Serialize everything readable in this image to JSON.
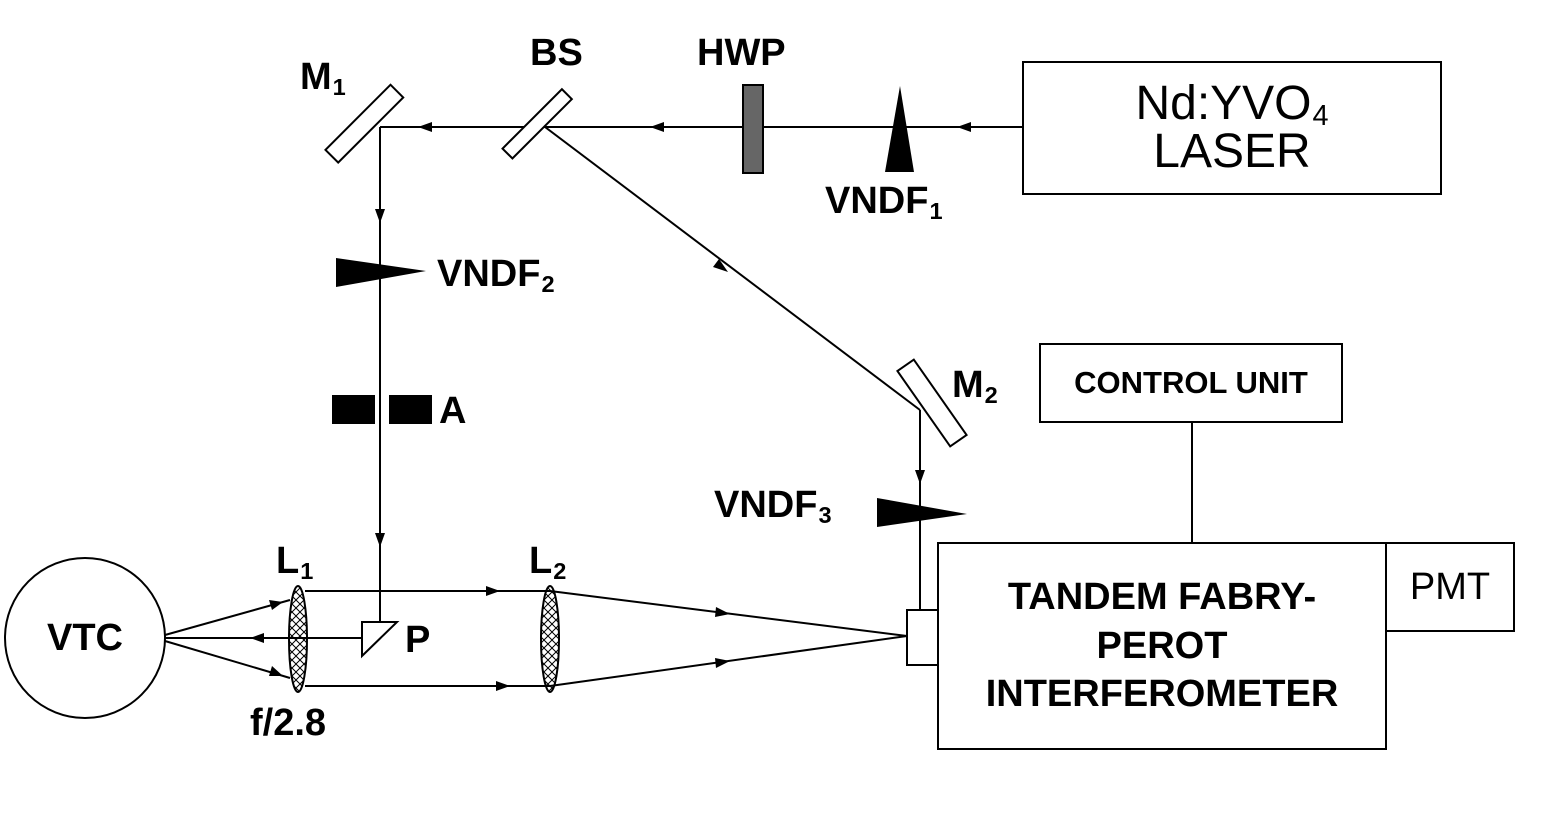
{
  "labels": {
    "m1": {
      "main": "M",
      "sub": "1"
    },
    "bs": "BS",
    "hwp": "HWP",
    "vndf1": {
      "main": "VNDF",
      "sub": "1"
    },
    "vndf2": {
      "main": "VNDF",
      "sub": "2"
    },
    "vndf3": {
      "main": "VNDF",
      "sub": "3"
    },
    "m2": {
      "main": "M",
      "sub": "2"
    },
    "aperture": "A",
    "l1": {
      "main": "L",
      "sub": "1"
    },
    "l2": {
      "main": "L",
      "sub": "2"
    },
    "prism": "P",
    "vtc": "VTC",
    "fnumber": "f/2.8"
  },
  "boxes": {
    "laser": {
      "line1": "Nd:YVO",
      "line1_sub": "4",
      "line2": "LASER"
    },
    "control_unit": "CONTROL UNIT",
    "interferometer": {
      "line1": "TANDEM FABRY-",
      "line2": "PEROT",
      "line3": "INTERFEROMETER"
    },
    "pmt": "PMT"
  }
}
